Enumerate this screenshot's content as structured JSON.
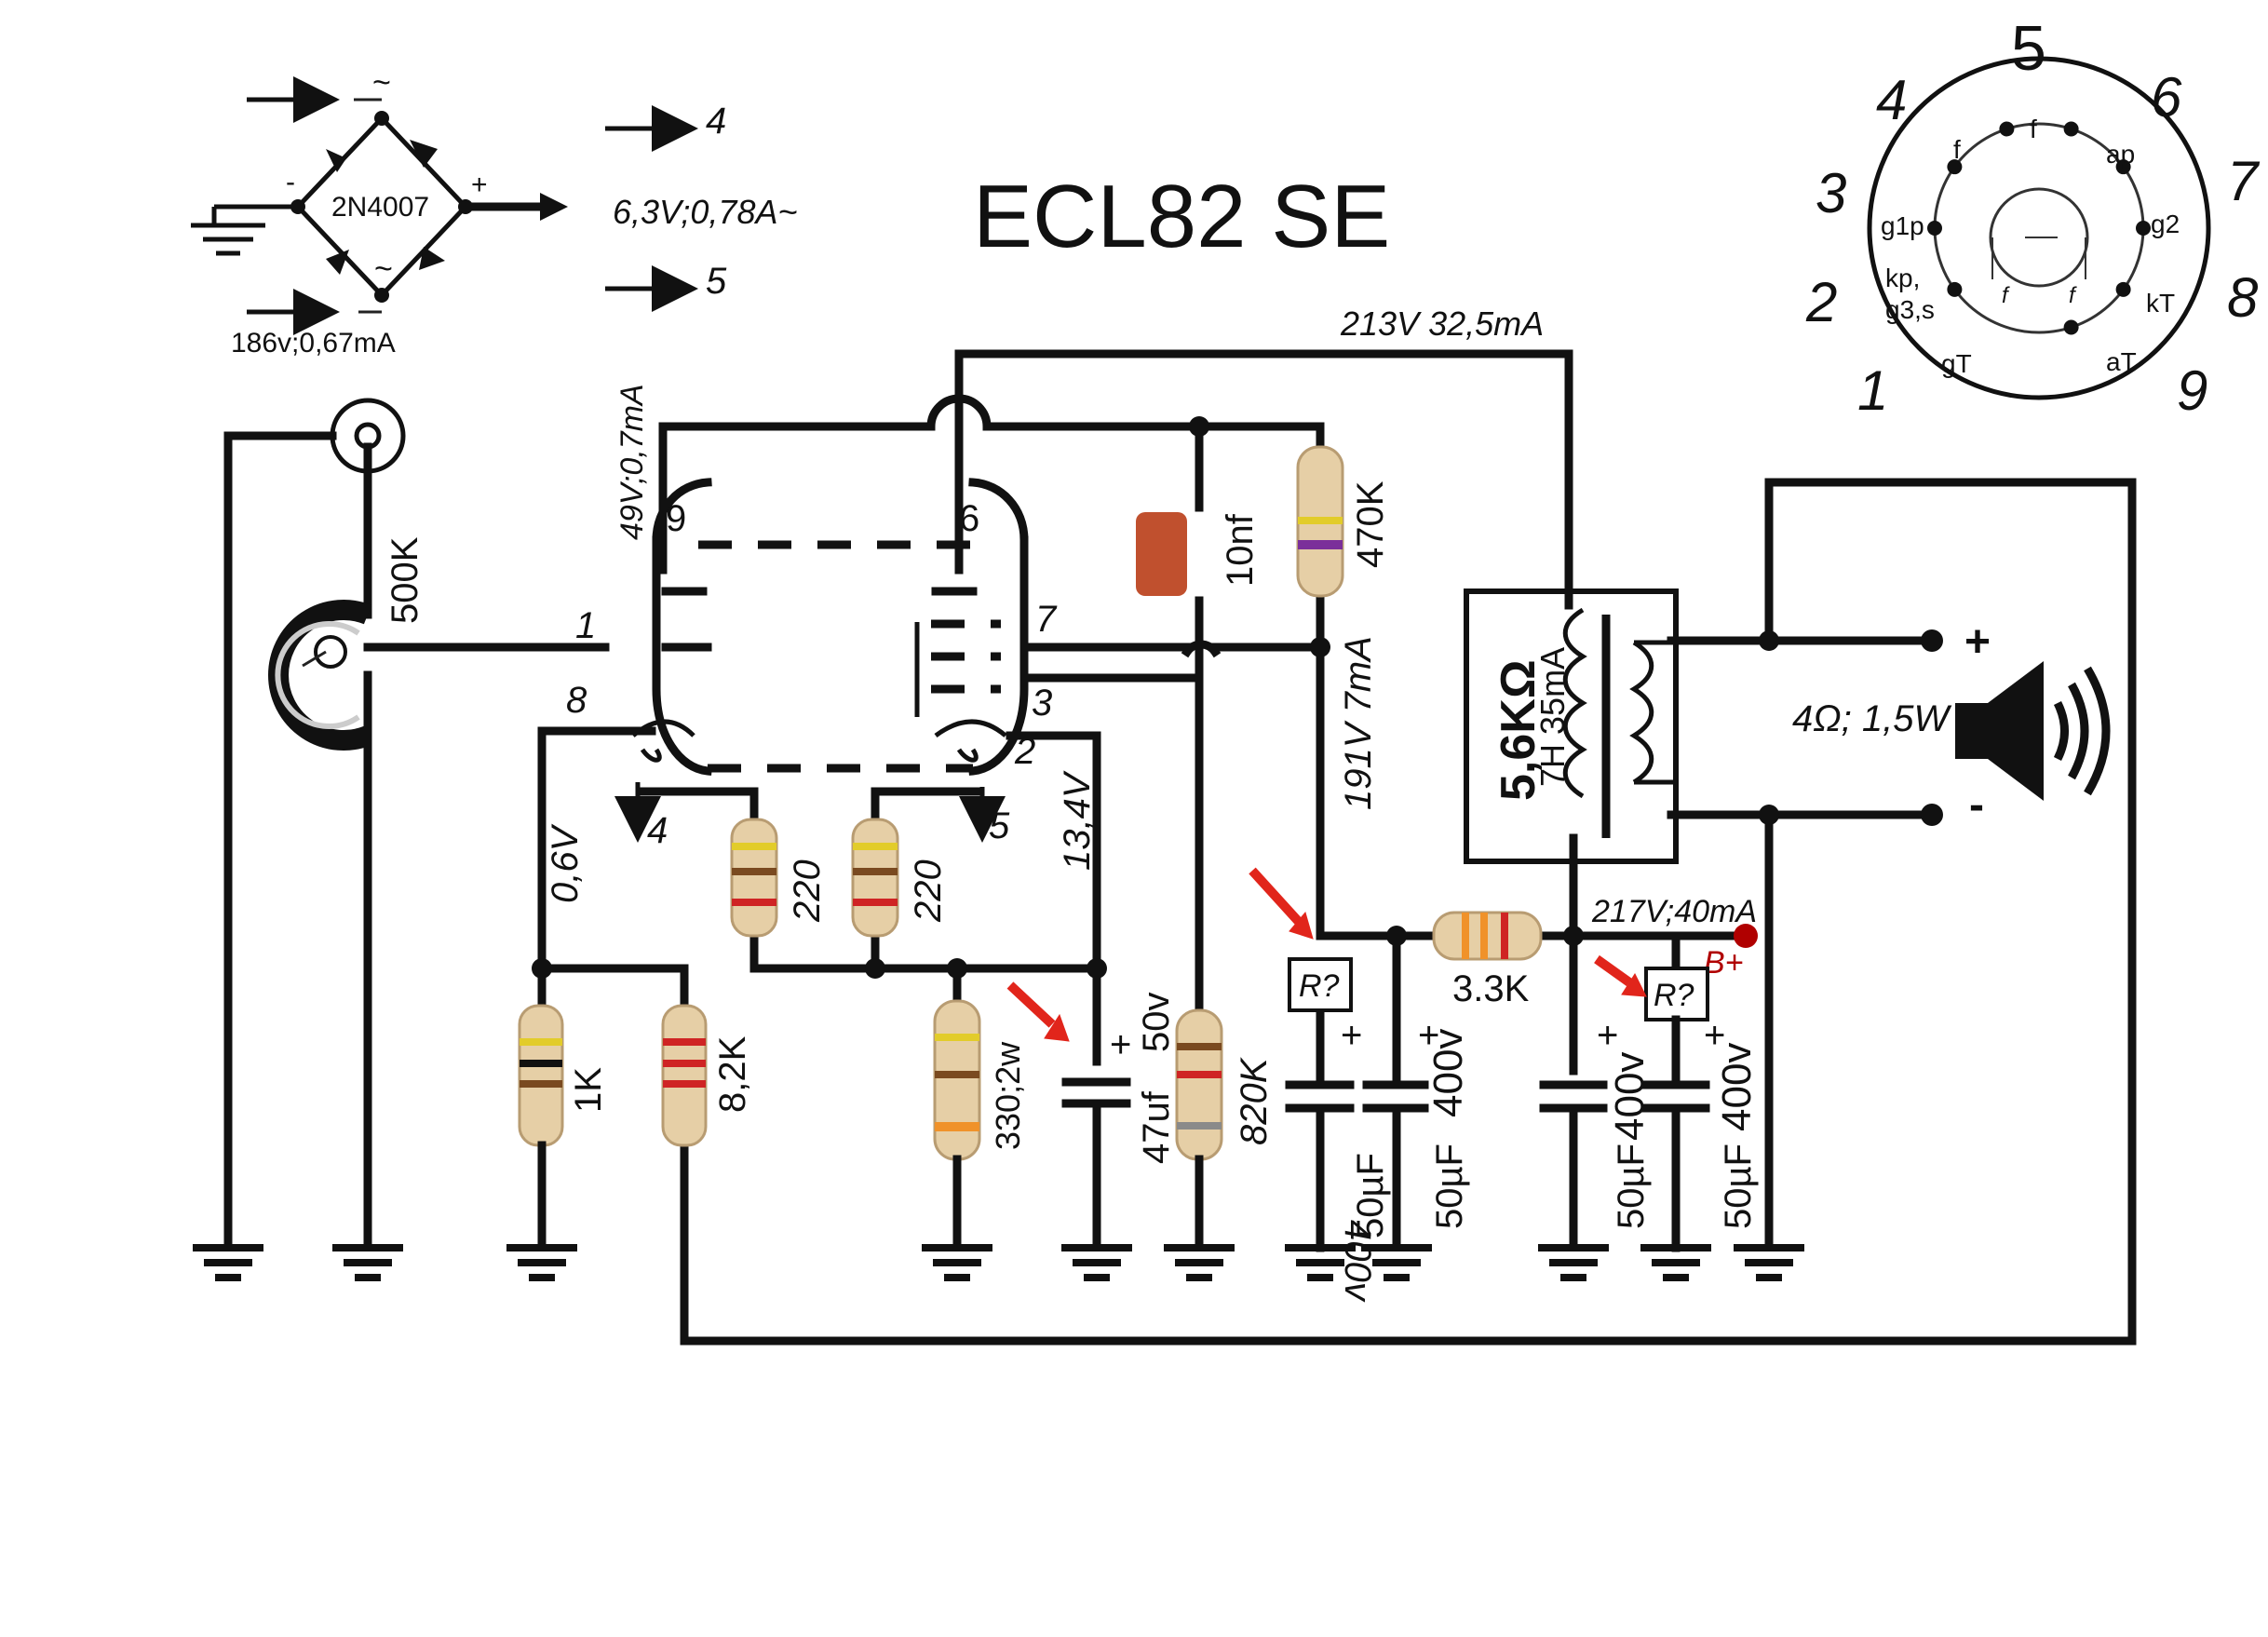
{
  "title": "ECL82   SE",
  "colors": {
    "wire": "#111111",
    "resistor_body": "#e6cfa6",
    "cap_film": "#c0502e",
    "marker_red": "#e1251b",
    "b_plus": "#b00000"
  },
  "rectifier": {
    "part": "2N4007",
    "ac_in": "186v;0,67mA",
    "tilde_top": "~",
    "tilde_bottom": "~",
    "minus": "-",
    "plus": "+",
    "heater_label": "6,3V;0,78A~",
    "heater_pin_a": "4",
    "heater_pin_b": "5"
  },
  "tube": {
    "pins": {
      "p9": "9",
      "p1": "1",
      "p8": "8",
      "p4": "4",
      "p6": "6",
      "p7": "7",
      "p3": "3",
      "p2": "2",
      "p5": "5"
    },
    "triode_plate_voltage": "49V;0,7mA",
    "triode_cathode_voltage": "0,6V",
    "pentode_cathode_voltage": "13,4V"
  },
  "components": {
    "pot": "500K",
    "r_triode_cathode": "1K",
    "r_feedback": "8,2K",
    "r_heater_a": "220",
    "r_heater_b": "220",
    "r_pentode_cathode": "330;2w",
    "c_cathode_value": "47uf",
    "c_cathode_voltage": "50v",
    "c_cathode_plus": "+",
    "r_grid_leak": "820K",
    "c_coupling": "10nf",
    "r_plate_load": "470K",
    "r_dropper": "3.3K",
    "unknown_resistor_1": "R?",
    "unknown_resistor_2": "R?",
    "b_plus": "B+"
  },
  "voltages": {
    "plate_supply": "213V 32,5mA",
    "screen_node": "191V 7mA",
    "b_plus_node": "217V;40mA"
  },
  "filter_caps": [
    {
      "value": "50µF",
      "voltage": "400v",
      "plus": "+"
    },
    {
      "value": "50µF",
      "voltage": "400v",
      "plus": "+"
    },
    {
      "value": "50µF",
      "voltage": "400v",
      "plus": "+"
    },
    {
      "value": "50µF",
      "voltage": "400v",
      "plus": "+"
    }
  ],
  "transformer": {
    "impedance": "5,6KΩ",
    "spec": "7H 35mA"
  },
  "speaker": {
    "spec": "4Ω; 1,5W",
    "plus": "+",
    "minus": "-"
  },
  "pinout": {
    "numbers": [
      "1",
      "2",
      "3",
      "4",
      "5",
      "6",
      "7",
      "8",
      "9"
    ],
    "labels": {
      "f1": "f",
      "f2": "f",
      "ap": "ap",
      "g2": "g2",
      "kt": "kT",
      "at": "aT",
      "gt": "gT",
      "kp": "kp,",
      "g3s": "g3,s",
      "g1p": "g1p",
      "fl": "f",
      "fr": "f"
    }
  }
}
